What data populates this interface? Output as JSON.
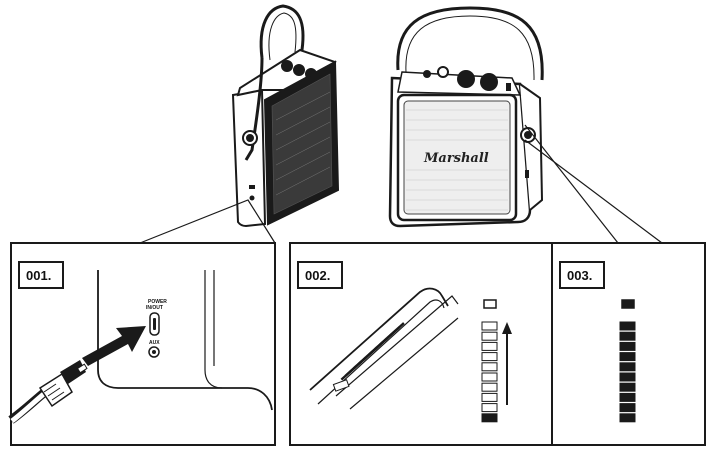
{
  "brand": {
    "logo_text": "Marshall"
  },
  "panels": [
    {
      "label": "001.",
      "port_label_1": "POWER",
      "port_label_2": "IN/OUT",
      "aux_label": "AUX"
    },
    {
      "label": "002.",
      "battery_levels_total": 10,
      "battery_levels_filled": 1
    },
    {
      "label": "003.",
      "battery_levels_total": 10,
      "battery_levels_filled": 10
    }
  ],
  "colors": {
    "line": "#1a1a1a",
    "fill_dark": "#1a1a1a",
    "background": "#ffffff"
  }
}
